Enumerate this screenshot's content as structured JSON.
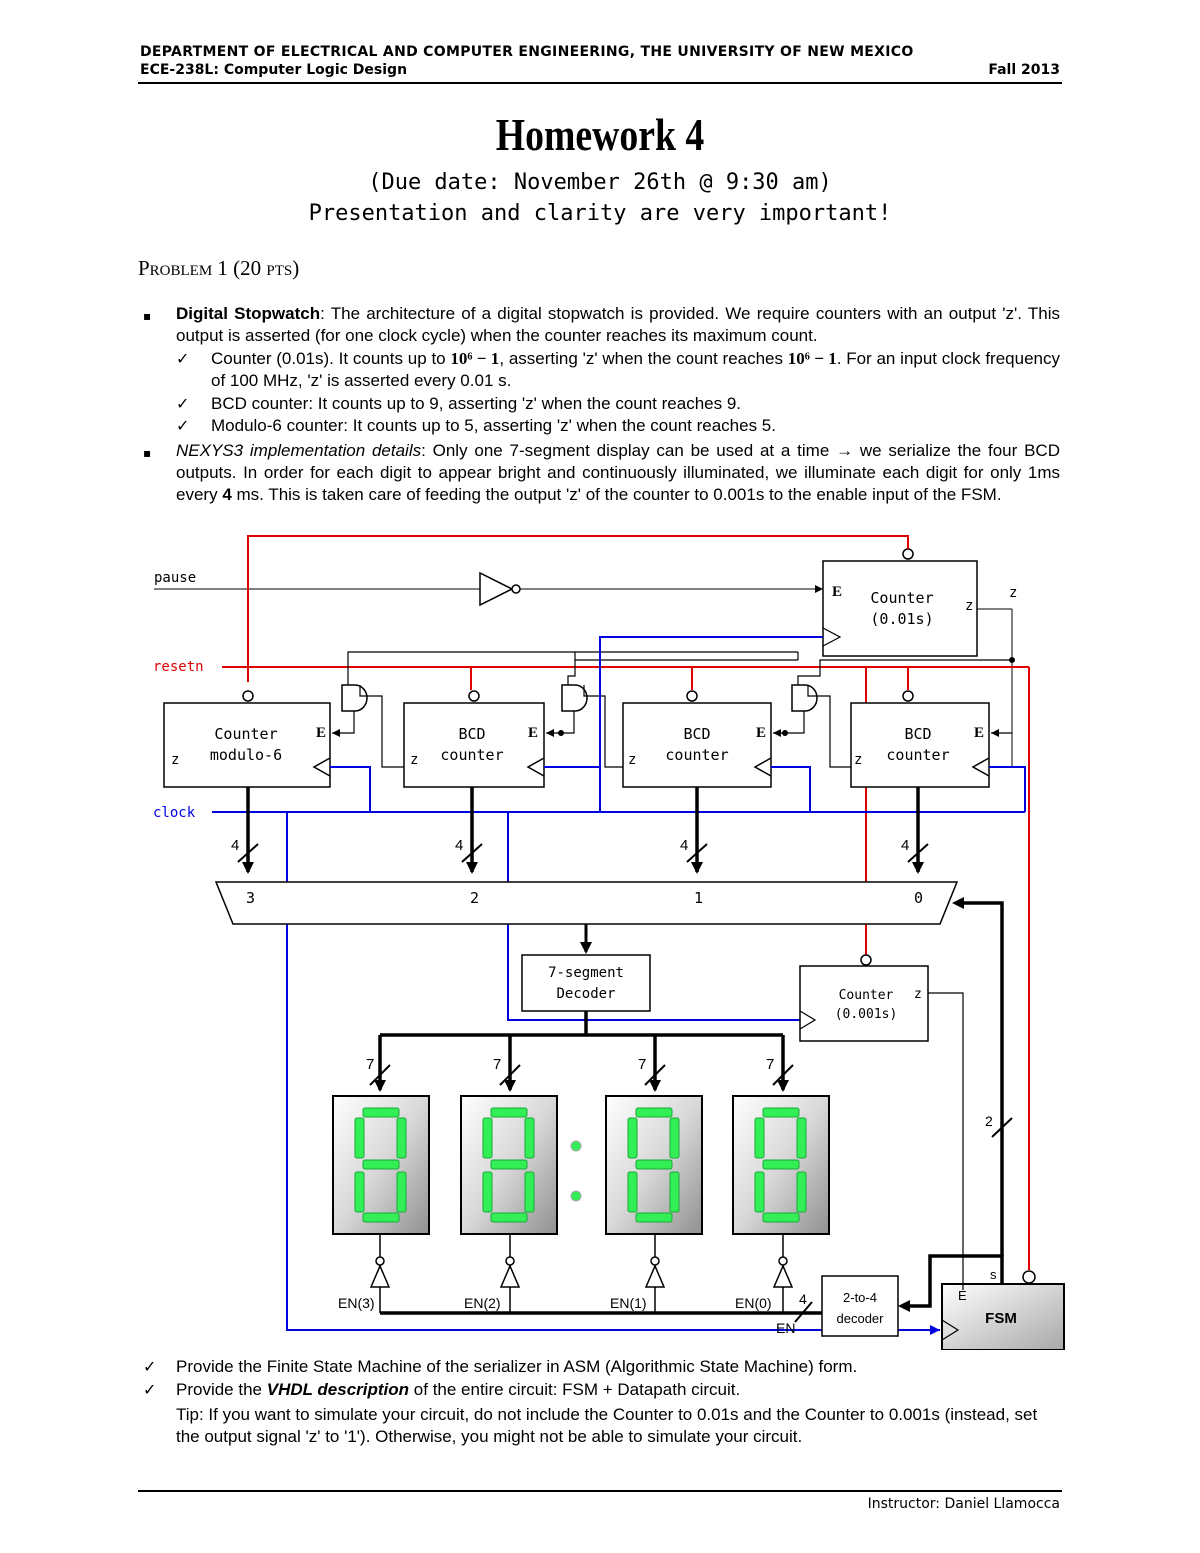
{
  "header": {
    "department": "DEPARTMENT OF ELECTRICAL AND COMPUTER ENGINEERING, THE UNIVERSITY OF NEW MEXICO",
    "course": "ECE-238L: Computer Logic Design",
    "term": "Fall 2013"
  },
  "title": "Homework 4",
  "due_date": "(Due date: November 26th @ 9:30 am)",
  "note": "Presentation and clarity are very important!",
  "problem_heading": "Problem 1 (20 pts)",
  "problem1": {
    "bullet1_bold": "Digital Stopwatch",
    "bullet1_text": ": The architecture of a digital stopwatch is provided. We require counters with an output 'z'. This output is asserted (for one clock cycle) when the counter reaches its maximum count.",
    "sub1_a": "Counter (0.01s). It counts up to",
    "sub1_expr": "10⁶ − 1",
    "sub1_b": ", asserting 'z' when the count reaches",
    "sub1_c": ". For an input clock frequency of 100 MHz, 'z' is asserted every 0.01 s.",
    "sub2": "BCD counter: It counts up to 9, asserting 'z' when the count reaches 9.",
    "sub3": "Modulo-6 counter: It counts up to 5, asserting 'z' when the count reaches 5.",
    "bullet2_italic": "NEXYS3 implementation details",
    "bullet2_a": ": Only one 7-segment display can be used at a time → we serialize the four BCD outputs. In order for each digit to appear bright and continuously illuminated, we illuminate each digit for only 1ms every",
    "bullet2_bold": "4",
    "bullet2_b": "ms. This is taken care of feeding the output 'z' of the counter to 0.001s to the enable input of the FSM."
  },
  "diagram": {
    "signals": {
      "pause": "pause",
      "resetn": "resetn",
      "clock": "clock"
    },
    "counter_01": {
      "line1": "Counter",
      "line2": "(0.01s)",
      "enable": "E",
      "z": "z",
      "z_out": "z"
    },
    "counters": [
      {
        "line1": "Counter",
        "line2": "modulo-6",
        "enable": "E",
        "z": "z"
      },
      {
        "line1": "BCD",
        "line2": "counter",
        "enable": "E",
        "z": "z"
      },
      {
        "line1": "BCD",
        "line2": "counter",
        "enable": "E",
        "z": "z"
      },
      {
        "line1": "BCD",
        "line2": "counter",
        "enable": "E",
        "z": "z"
      }
    ],
    "bus_widths": [
      "4",
      "4",
      "4",
      "4"
    ],
    "mux_inputs": [
      "3",
      "2",
      "1",
      "0"
    ],
    "decoder_7seg": {
      "line1": "7-segment",
      "line2": "Decoder"
    },
    "counter_001": {
      "line1": "Counter",
      "line2": "(0.001s)",
      "z": "z"
    },
    "display_bus_widths": [
      "7",
      "7",
      "7",
      "7"
    ],
    "enables": [
      "EN(3)",
      "EN(2)",
      "EN(1)",
      "EN(0)"
    ],
    "select_width": "2",
    "en_width": "4",
    "en_label": "EN",
    "decoder_2to4": {
      "line1": "2-to-4",
      "line2": "decoder"
    },
    "fsm": {
      "label": "FSM",
      "enable": "E",
      "s": "s"
    },
    "colors": {
      "resetn": "#e00000",
      "clock": "#0000e0",
      "segment": "#33ee55"
    }
  },
  "tasks": {
    "task1": "Provide the Finite State Machine of the serializer in ASM (Algorithmic State Machine) form.",
    "task2_a": "Provide the",
    "task2_bold": "VHDL description",
    "task2_b": "of the entire circuit: FSM + Datapath circuit.",
    "tip": "Tip: If you want to simulate your circuit, do not include the Counter to 0.01s and the Counter to 0.001s (instead, set the output signal 'z' to '1'). Otherwise, you might not be able to simulate your circuit."
  },
  "footer": "Instructor: Daniel Llamocca"
}
